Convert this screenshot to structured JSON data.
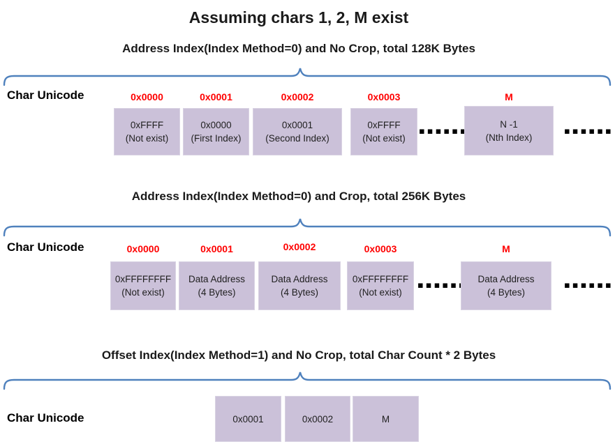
{
  "title": "Assuming chars 1, 2, M exist",
  "row_label": "Char Unicode",
  "dots": "▪▪▪▪▪▪",
  "colors": {
    "box_fill": "#cbc1da",
    "label_red": "#ff0000",
    "brace_blue": "#4f81bd",
    "text_black": "#1a1a1a"
  },
  "sections": [
    {
      "header": "Address Index(Index Method=0) and No Crop, total 128K Bytes",
      "labels": [
        "0x0000",
        "0x0001",
        "0x0002",
        "0x0003",
        "M"
      ],
      "boxes": [
        {
          "line1": "0xFFFF",
          "line2": "(Not exist)"
        },
        {
          "line1": "0x0000",
          "line2": "(First Index)"
        },
        {
          "line1": "0x0001",
          "line2": "(Second Index)"
        },
        {
          "line1": "0xFFFF",
          "line2": "(Not exist)"
        },
        {
          "line1": "N -1",
          "line2": "(Nth Index)"
        }
      ]
    },
    {
      "header": "Address Index(Index Method=0) and Crop, total 256K Bytes",
      "labels": [
        "0x0000",
        "0x0001",
        "0x0002",
        "0x0003",
        "M"
      ],
      "boxes": [
        {
          "line1": "0xFFFFFFFF",
          "line2": "(Not exist)"
        },
        {
          "line1": "Data Address",
          "line2": "(4 Bytes)"
        },
        {
          "line1": "Data Address",
          "line2": "(4 Bytes)"
        },
        {
          "line1": "0xFFFFFFFF",
          "line2": "(Not exist)"
        },
        {
          "line1": "Data Address",
          "line2": "(4 Bytes)"
        }
      ]
    },
    {
      "header": "Offset Index(Index Method=1) and No Crop, total Char Count * 2 Bytes",
      "labels": [],
      "boxes": [
        {
          "line1": "0x0001",
          "line2": ""
        },
        {
          "line1": "0x0002",
          "line2": ""
        },
        {
          "line1": "M",
          "line2": ""
        }
      ]
    }
  ]
}
